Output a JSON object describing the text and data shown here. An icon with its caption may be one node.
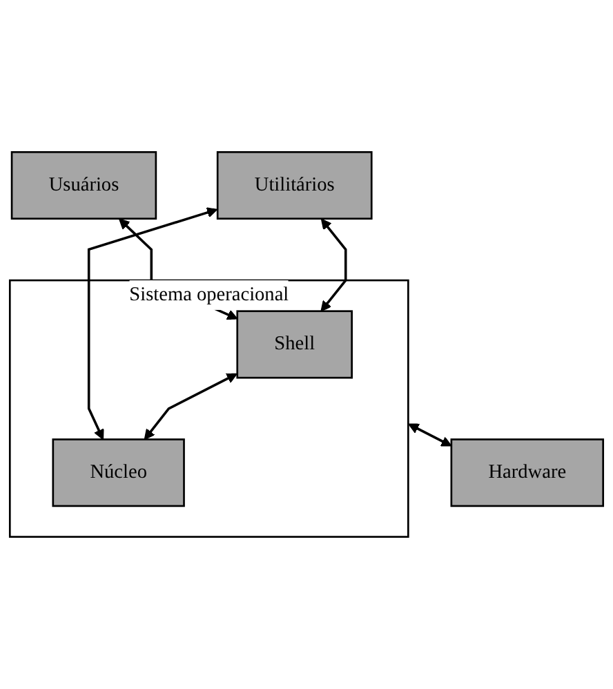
{
  "diagram": {
    "nodes": [
      {
        "text": [
          "Usuários"
        ]
      },
      {
        "text": [
          "Sistema operacional"
        ]
      },
      {
        "text": [
          "Utilitários"
        ]
      },
      {
        "text": [
          "Shell"
        ],
        "in": 1
      },
      {
        "text": [
          "Núcleo"
        ],
        "in": 1
      },
      {
        "text": [
          "Hardware"
        ]
      }
    ],
    "edges": [
      {
        "from": 0,
        "to": 3,
        "arrow": "both"
      },
      {
        "from": 2,
        "to": 3,
        "arrow": "both"
      },
      {
        "from": 2,
        "to": 4,
        "arrow": "both"
      },
      {
        "from": 3,
        "to": 4,
        "arrow": "both"
      },
      {
        "from": 1,
        "to": 5,
        "arrow": "both"
      }
    ]
  }
}
